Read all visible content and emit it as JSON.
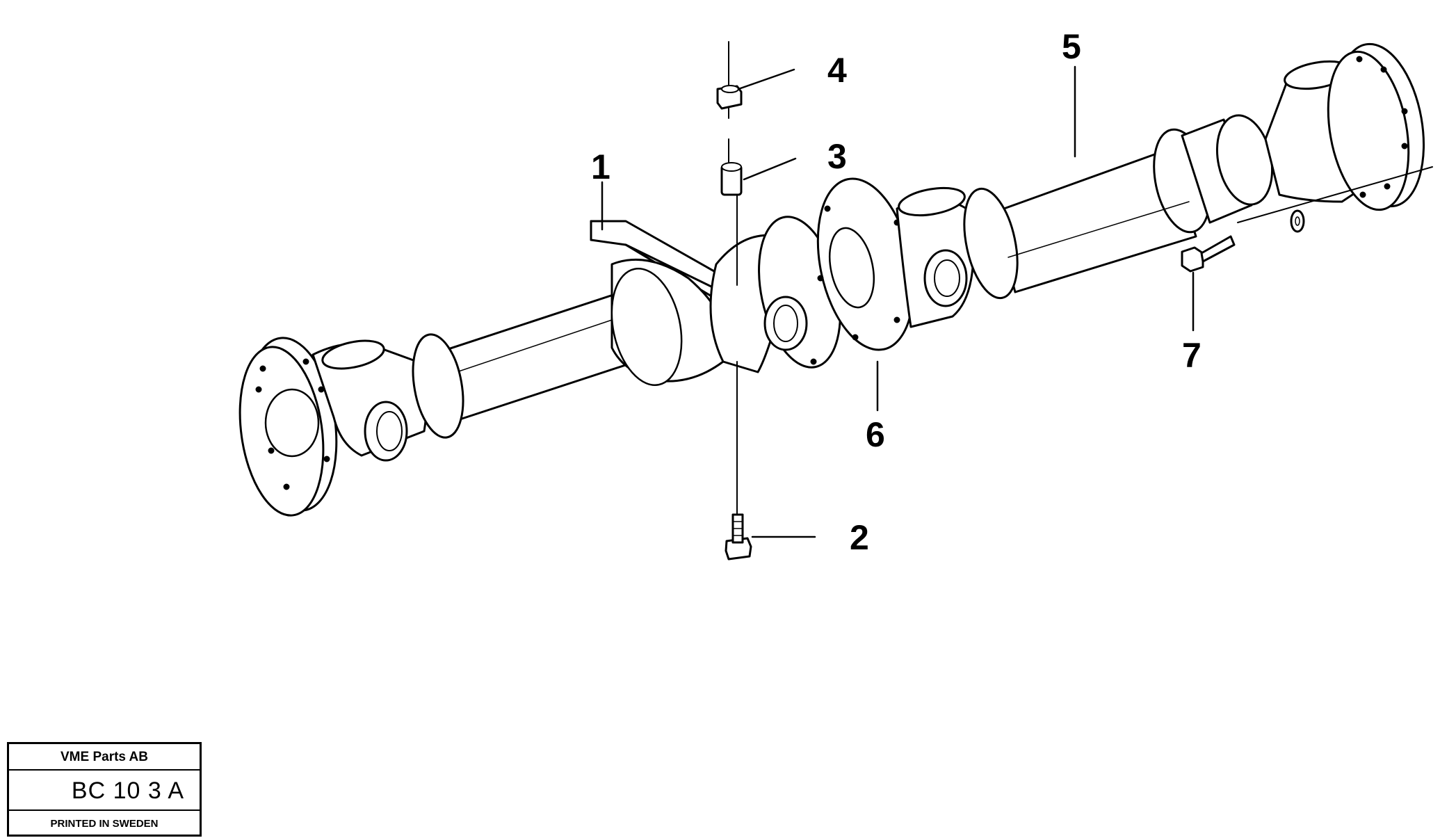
{
  "callouts": [
    {
      "id": "1",
      "label": "1"
    },
    {
      "id": "2",
      "label": "2"
    },
    {
      "id": "3",
      "label": "3"
    },
    {
      "id": "4",
      "label": "4"
    },
    {
      "id": "5",
      "label": "5"
    },
    {
      "id": "6",
      "label": "6"
    },
    {
      "id": "7",
      "label": "7"
    }
  ],
  "title_block": {
    "company": "VME Parts AB",
    "code": "BC 10 3 A",
    "printed": "PRINTED IN SWEDEN"
  },
  "colors": {
    "ink": "#000000",
    "paper": "#ffffff"
  }
}
